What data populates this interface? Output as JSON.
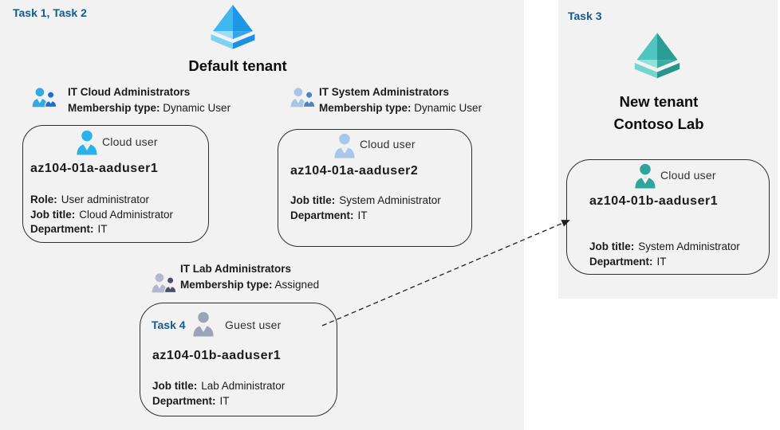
{
  "colors": {
    "panel_bg": "#f2f2f2",
    "task_label": "#14598f",
    "card_border": "#2e2e2e",
    "arrow": "#1f1f1f",
    "aad_blue": {
      "face_tl": "#3fb7f0",
      "face_tr": "#1f96e4",
      "face_bl": "#9adcf9",
      "face_br": "#36a5e9",
      "band_l": "#7fd2f6",
      "band_r": "#1b91df"
    },
    "aad_teal": {
      "face_tl": "#4ec6bf",
      "face_tr": "#2b9c94",
      "face_bl": "#93dfda",
      "face_br": "#3baba3",
      "band_l": "#74d5ce",
      "band_r": "#28958d"
    },
    "user_icons": {
      "cloud_bright": "#2bb3e8",
      "cloud_light": "#a9c7e8",
      "guest_gray": "#9ca2b9",
      "cloud_teal": "#2fa49e"
    },
    "group_icons": {
      "cloud": {
        "large": "#35a9e4",
        "small": "#1a6fd0"
      },
      "system": {
        "large": "#aac6e6",
        "small": "#4d82c4"
      },
      "lab": {
        "large": "#b5b9cf",
        "small": "#4a4e68"
      }
    }
  },
  "left_panel": {
    "task_label": "Task 1, Task 2",
    "tenant_name": "Default tenant",
    "groups": [
      {
        "name": "IT Cloud Administrators",
        "membership_label": "Membership type:",
        "membership_value": "Dynamic User"
      },
      {
        "name": "IT System Administrators",
        "membership_label": "Membership type:",
        "membership_value": "Dynamic User"
      },
      {
        "name": "IT Lab Administrators",
        "membership_label": "Membership type:",
        "membership_value": "Assigned"
      }
    ],
    "cards": [
      {
        "user_type": "Cloud user",
        "username": "az104-01a-aaduser1",
        "fields": [
          {
            "label": "Role:",
            "value": "User administrator"
          },
          {
            "label": "Job title:",
            "value": "Cloud Administrator"
          },
          {
            "label": "Department:",
            "value": "IT"
          }
        ]
      },
      {
        "user_type": "Cloud user",
        "username": "az104-01a-aaduser2",
        "fields": [
          {
            "label": "Job title:",
            "value": "System Administrator"
          },
          {
            "label": "Department:",
            "value": "IT"
          }
        ]
      },
      {
        "task_label": "Task 4",
        "user_type": "Guest user",
        "username": "az104-01b-aaduser1",
        "fields": [
          {
            "label": "Job title:",
            "value": "Lab Administrator"
          },
          {
            "label": "Department:",
            "value": "IT"
          }
        ]
      }
    ]
  },
  "right_panel": {
    "task_label": "Task 3",
    "tenant_name_line1": "New tenant",
    "tenant_name_line2": "Contoso Lab",
    "card": {
      "user_type": "Cloud user",
      "username": "az104-01b-aaduser1",
      "fields": [
        {
          "label": "Job title:",
          "value": "System Administrator"
        },
        {
          "label": "Department:",
          "value": "IT"
        }
      ]
    }
  }
}
